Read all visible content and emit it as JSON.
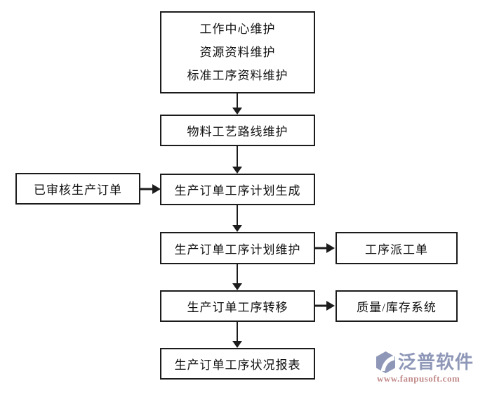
{
  "flowchart": {
    "boxes": [
      {
        "id": "master-data",
        "lines": [
          "工作中心维护",
          "资源资料维护",
          "标准工序资料维护"
        ]
      },
      {
        "id": "routing",
        "label": "物料工艺路线维护"
      },
      {
        "id": "approved-order",
        "label": "已审核生产订单"
      },
      {
        "id": "plan-generate",
        "label": "生产订单工序计划生成"
      },
      {
        "id": "plan-maintain",
        "label": "生产订单工序计划维护"
      },
      {
        "id": "dispatch-ticket",
        "label": "工序派工单"
      },
      {
        "id": "process-transfer",
        "label": "生产订单工序转移"
      },
      {
        "id": "quality-inventory",
        "label": "质量/库存系统"
      },
      {
        "id": "status-report",
        "label": "生产订单工序状况报表"
      }
    ],
    "line_color": "#1c1c1c"
  },
  "watermark": {
    "brand": "泛普软件",
    "url": "www.fanpusoft.com",
    "brand_color": "#8e97b7",
    "url_color": "#c28a8a"
  }
}
